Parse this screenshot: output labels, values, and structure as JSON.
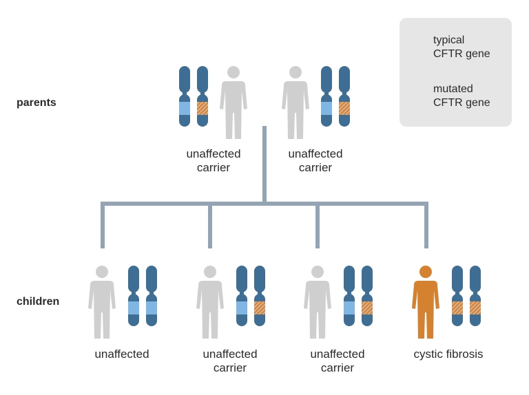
{
  "labels": {
    "parents": "parents",
    "children": "children"
  },
  "legend": {
    "typical_line1": "typical",
    "typical_line2": "CFTR gene",
    "mutated_line1": "mutated",
    "mutated_line2": "CFTR gene"
  },
  "parents": [
    {
      "line1": "unaffected",
      "line2": "carrier",
      "alleles": [
        "typical",
        "mutated"
      ],
      "status": "unaffected"
    },
    {
      "line1": "unaffected",
      "line2": "carrier",
      "alleles": [
        "typical",
        "mutated"
      ],
      "status": "unaffected"
    }
  ],
  "children": [
    {
      "line1": "unaffected",
      "line2": "",
      "alleles": [
        "typical",
        "typical"
      ],
      "status": "unaffected"
    },
    {
      "line1": "unaffected",
      "line2": "carrier",
      "alleles": [
        "typical",
        "mutated"
      ],
      "status": "unaffected"
    },
    {
      "line1": "unaffected",
      "line2": "carrier",
      "alleles": [
        "typical",
        "mutated"
      ],
      "status": "unaffected"
    },
    {
      "line1": "cystic fibrosis",
      "line2": "",
      "alleles": [
        "mutated",
        "mutated"
      ],
      "status": "affected"
    }
  ],
  "colors": {
    "chromosome": "#3f6e94",
    "typical_band": "#7fb6e3",
    "mutated_band": "#c9844a",
    "mutated_stripe": "#e7b47d",
    "person_unaffected": "#cfcfcf",
    "person_affected": "#d4822f",
    "tree_line": "#93a4b5",
    "legend_bg": "#e6e6e6"
  }
}
